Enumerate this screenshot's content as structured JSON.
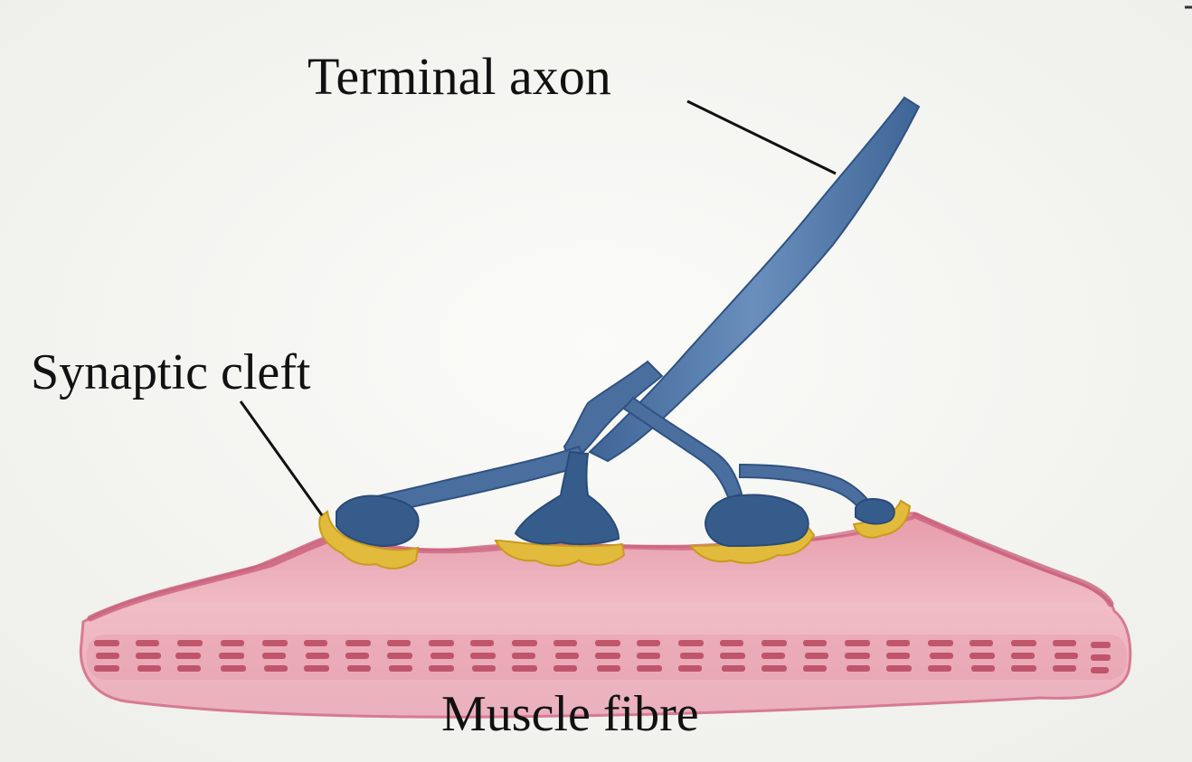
{
  "labels": {
    "terminal_axon": "Terminal axon",
    "synaptic_cleft": "Synaptic cleft",
    "muscle_fibre": "Muscle fibre"
  },
  "colors": {
    "paper": "#f6f6f3",
    "axon": "#4a6f9e",
    "axon_dark": "#2f5283",
    "cleft": "#e0b83a",
    "muscle": "#e7a7b3",
    "muscle_edge": "#c9607a",
    "striation": "#b8455e",
    "leader": "#111111"
  }
}
